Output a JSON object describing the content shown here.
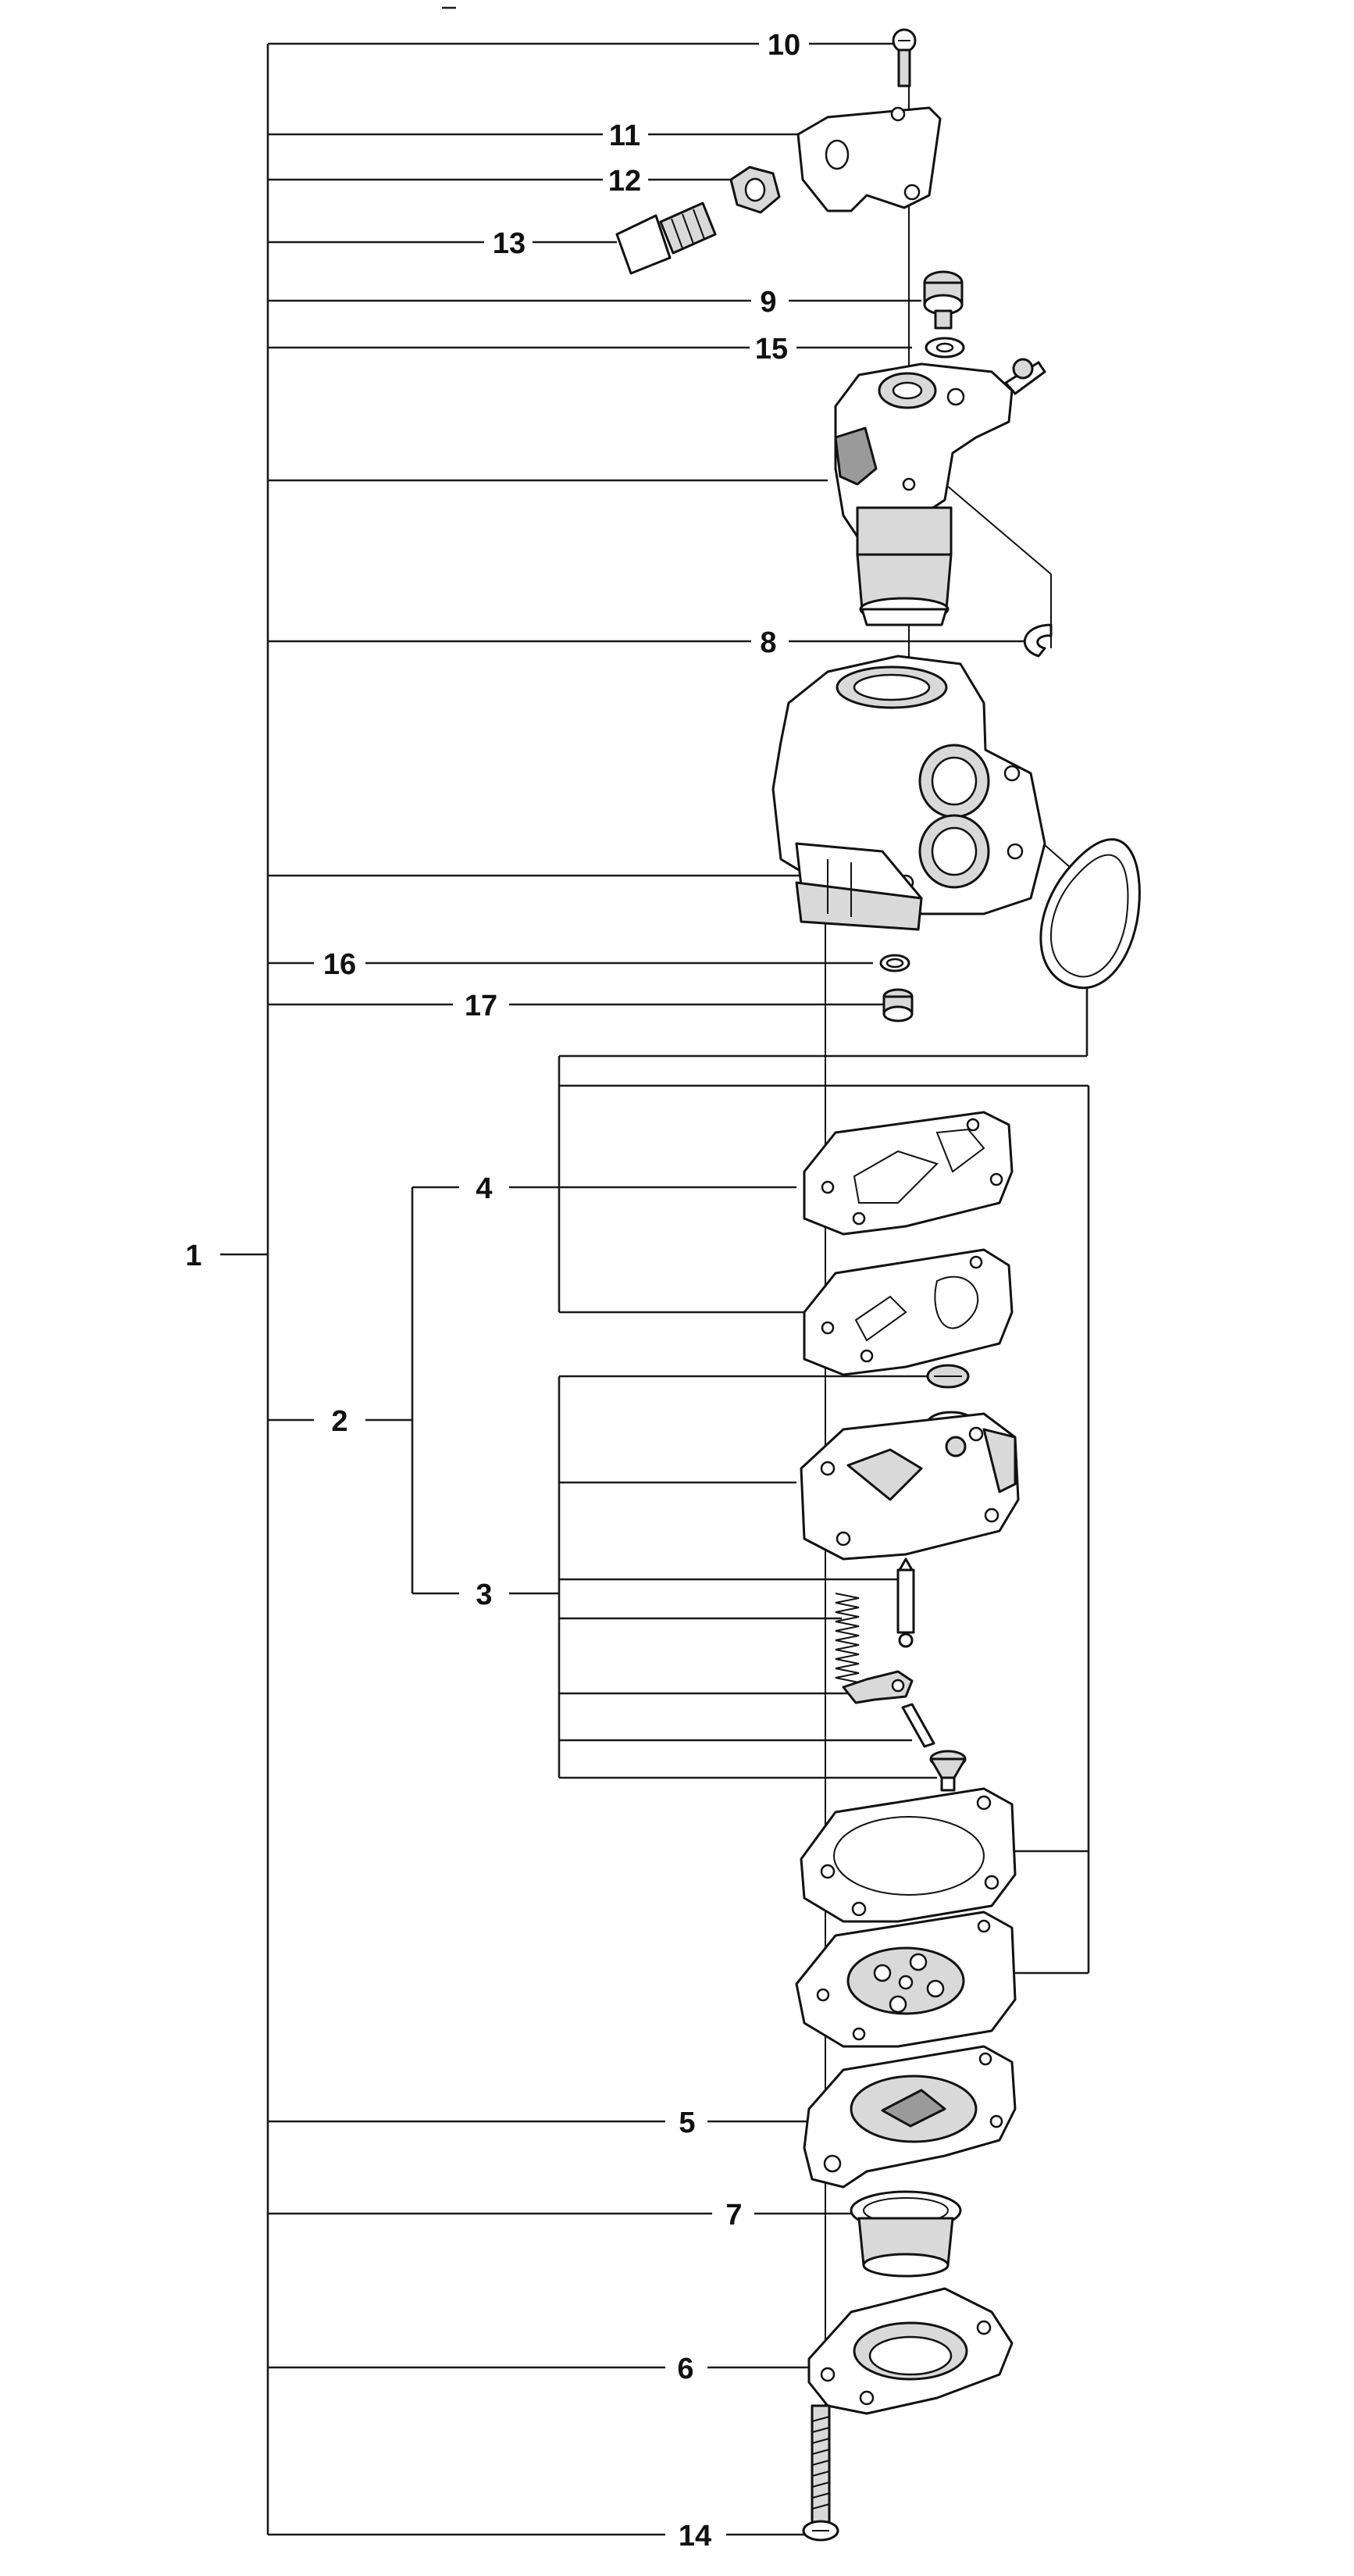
{
  "callouts": {
    "c1": "1",
    "c2": "2",
    "c3": "3",
    "c4": "4",
    "c5": "5",
    "c6": "6",
    "c7": "7",
    "c8": "8",
    "c9": "9",
    "c10": "10",
    "c11": "11",
    "c12": "12",
    "c13": "13",
    "c14": "14",
    "c15": "15",
    "c16": "16",
    "c17": "17"
  },
  "colors": {
    "line": "#1a1a1a",
    "part_fill": "#ffffff",
    "part_shade": "#d9d9d9",
    "background": "#ffffff"
  }
}
